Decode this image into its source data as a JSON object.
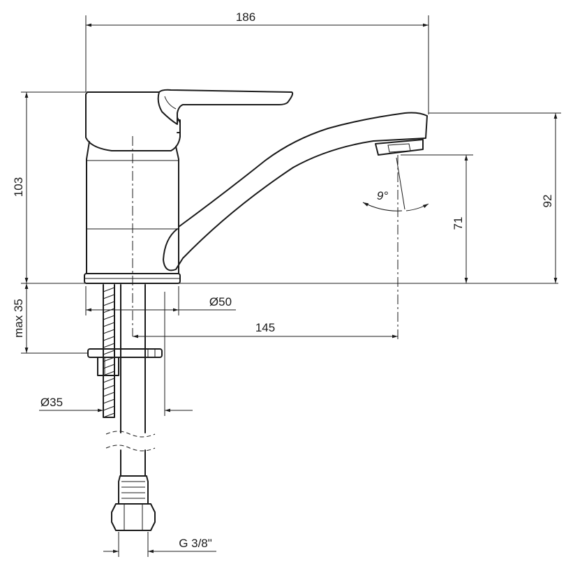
{
  "dimensions": {
    "overall_width": "186",
    "body_height": "103",
    "spout_height": "92",
    "aerator_height": "71",
    "spout_reach": "145",
    "base_diameter": "Ø50",
    "hole_diameter": "Ø35",
    "max_deck_thickness": "max 35",
    "connection_thread": "G 3/8\"",
    "aerator_angle": "9°"
  },
  "colors": {
    "line": "#1a1a1a",
    "background": "#ffffff"
  }
}
